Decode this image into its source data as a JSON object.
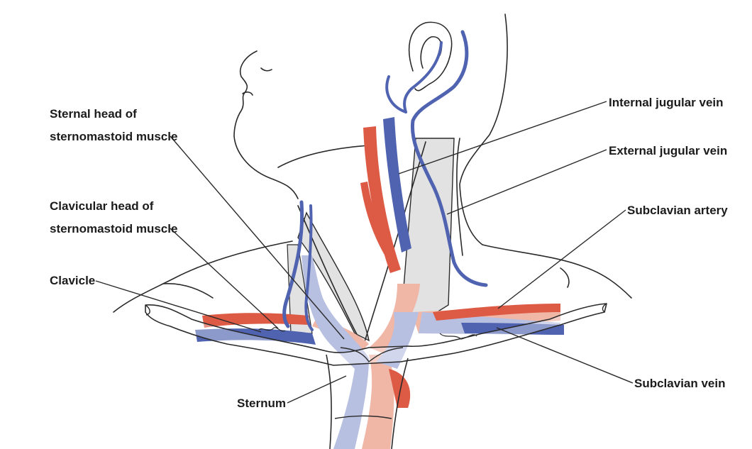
{
  "labels": {
    "sternal_head": [
      "Sternal head of",
      "sternomastoid muscle"
    ],
    "clavicular_head": [
      "Clavicular head of",
      "sternomastoid muscle"
    ],
    "clavicle": "Clavicle",
    "sternum": "Sternum",
    "internal_jugular": "Internal jugular vein",
    "external_jugular": "External jugular vein",
    "subclavian_artery": "Subclavian artery",
    "subclavian_vein": "Subclavian vein"
  },
  "colors": {
    "vein": "#4f63b0",
    "vein_light": "#b8c0e2",
    "artery": "#dd5a44",
    "artery_light": "#f0b6a6",
    "muscle": "#e2e2e2",
    "bone": "#ffffff",
    "outline": "#2a2a2a"
  }
}
